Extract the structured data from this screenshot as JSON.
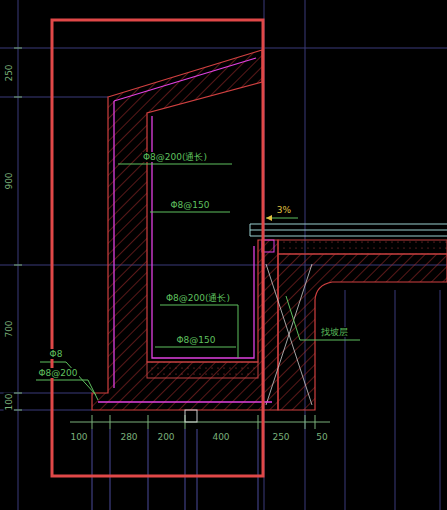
{
  "diagram": {
    "labels": [
      "250",
      "900",
      "700",
      "100",
      "Φ8@200(通长)",
      "Φ8@150",
      "3%",
      "Φ8@200(通长)",
      "Φ8@150",
      "找坡层",
      "Φ8",
      "Φ8@200",
      "100",
      "280",
      "200",
      "400",
      "250",
      "50"
    ]
  }
}
